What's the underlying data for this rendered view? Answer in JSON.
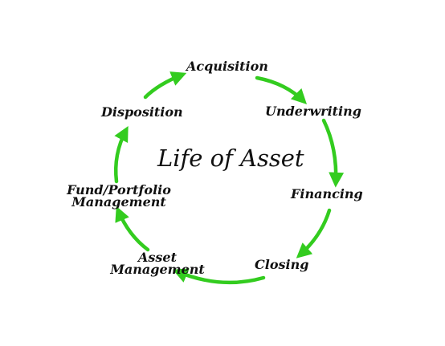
{
  "diagram": {
    "title": "Life of Asset",
    "arrow_color": "#33cc1f",
    "stages": [
      {
        "id": "acquisition",
        "label": "Acquisition"
      },
      {
        "id": "underwriting",
        "label": "Underwriting"
      },
      {
        "id": "financing",
        "label": "Financing"
      },
      {
        "id": "closing",
        "label": "Closing"
      },
      {
        "id": "asset-management",
        "lines": [
          "Asset",
          "Management"
        ]
      },
      {
        "id": "fund-portfolio-management",
        "lines": [
          "Fund/Portfolio",
          "Management"
        ]
      },
      {
        "id": "disposition",
        "label": "Disposition"
      }
    ]
  }
}
